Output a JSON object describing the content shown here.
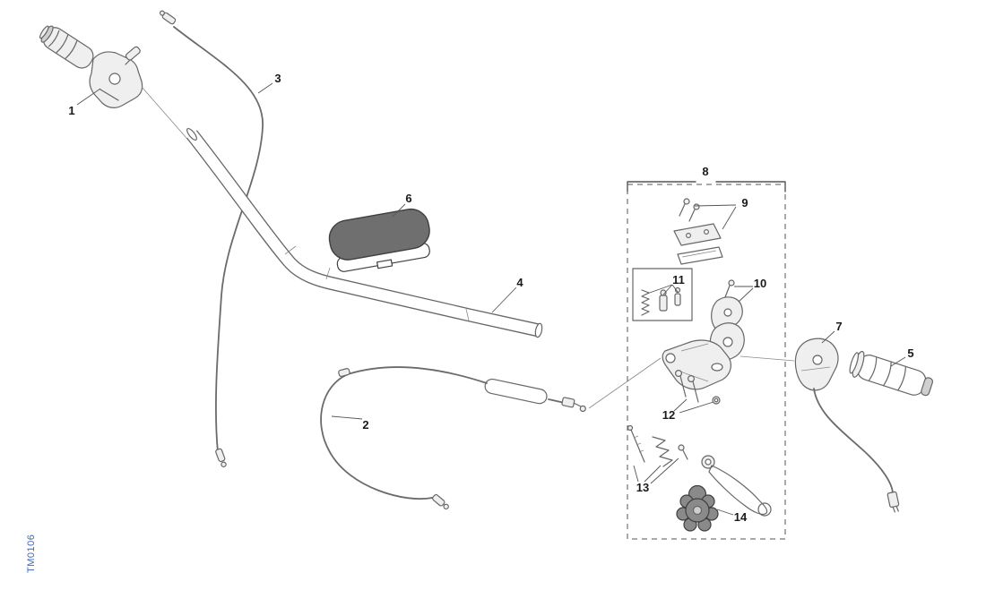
{
  "diagram": {
    "code": "TM0106",
    "labels": {
      "p1": "1",
      "p2": "2",
      "p3": "3",
      "p4": "4",
      "p5": "5",
      "p6": "6",
      "p7": "7",
      "p8": "8",
      "p9": "9",
      "p10": "10",
      "p11": "11",
      "p12": "12",
      "p13": "13",
      "p14": "14"
    },
    "colors": {
      "line": "#666666",
      "dark_edge": "#3f3f3f",
      "pad_fill": "#6f6f6f",
      "knob_fill": "#8a8a8a",
      "sleeve_fill": "#b9b9b9",
      "grip_fill": "#c4c4c4",
      "code_blue": "#3a6ab5",
      "background": "#ffffff"
    }
  }
}
